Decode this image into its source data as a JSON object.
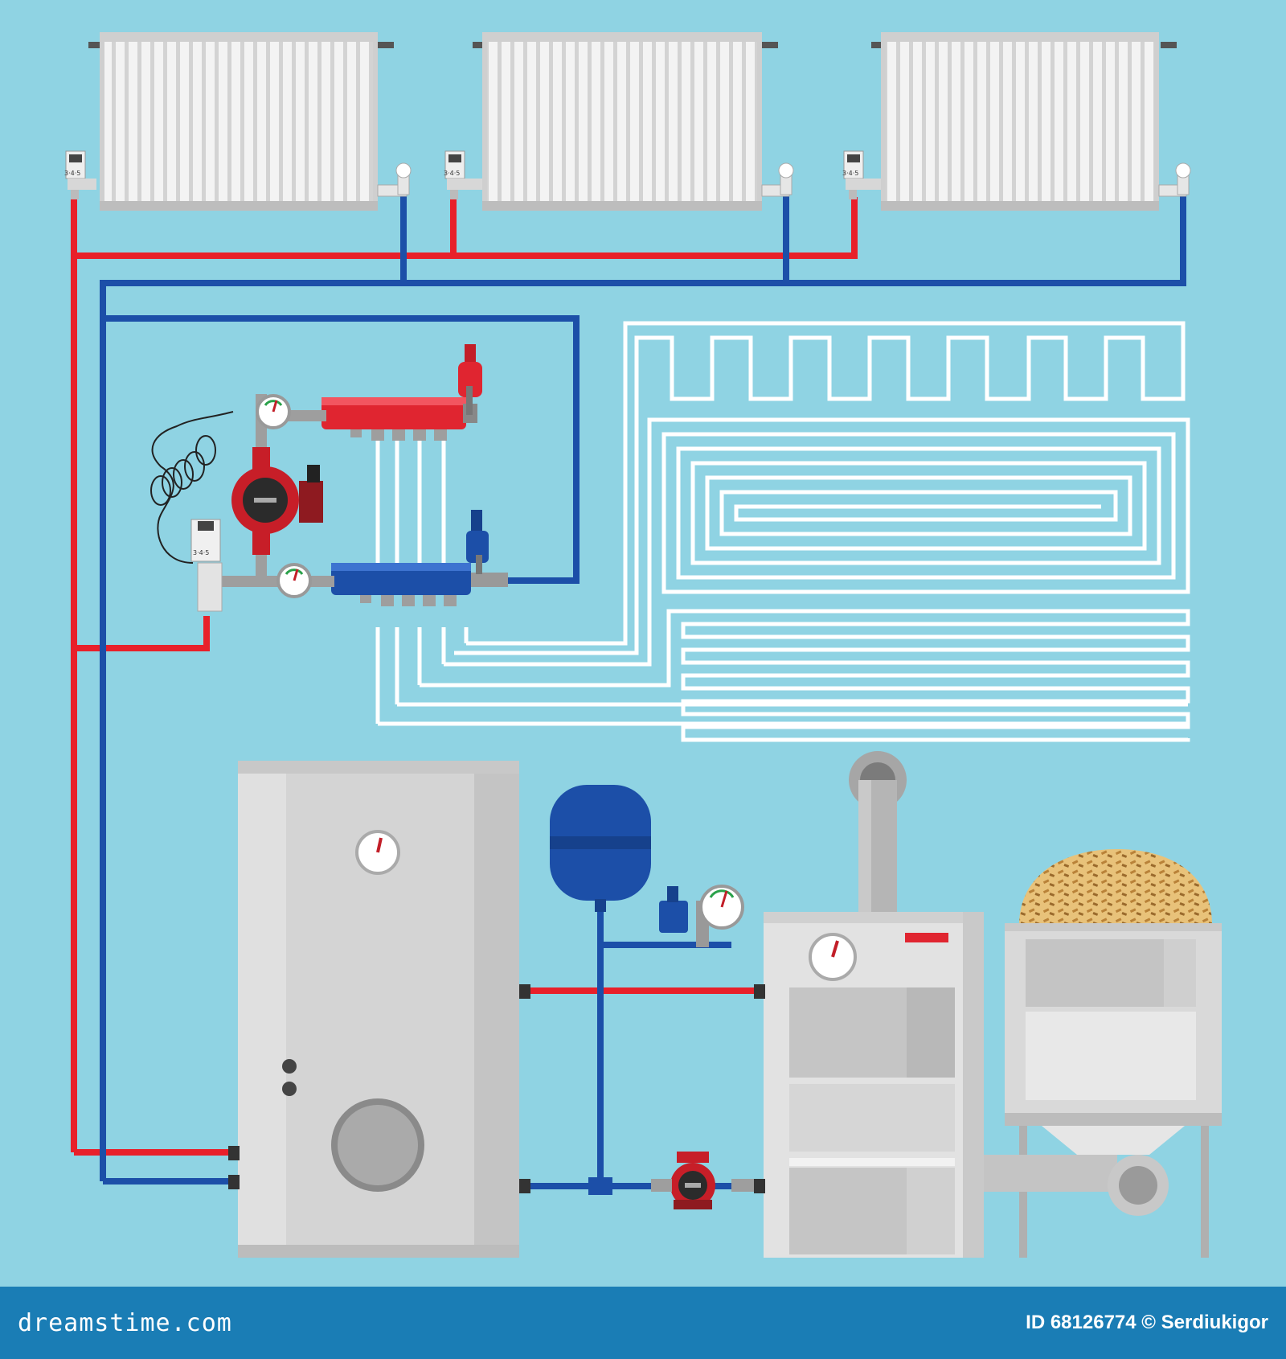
{
  "footer": {
    "brand": "dreamstime.com",
    "image_id": "ID 68126774",
    "credit": "© Serdiukigor"
  },
  "thermostat_scale": "3·4·5",
  "colors": {
    "background": "#8fd3e3",
    "hot_pipe": "#e8202a",
    "cold_pipe": "#1c4fa8",
    "floor_loop": "#ffffff",
    "footer": "#1a7db5"
  },
  "components": [
    "radiator-1",
    "radiator-2",
    "radiator-3",
    "underfloor-supply-manifold",
    "underfloor-return-manifold",
    "manifold-circulation-pump",
    "underfloor-heating-loops",
    "hot-water-tank",
    "expansion-vessel",
    "safety-group",
    "boiler-circulation-pump",
    "pellet-boiler",
    "chimney",
    "pellet-hopper"
  ]
}
